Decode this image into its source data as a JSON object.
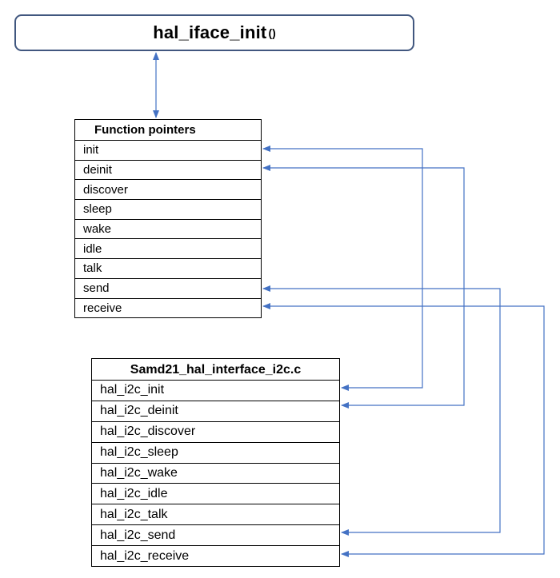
{
  "title": {
    "main": "hal_iface_init",
    "parens": "()"
  },
  "function_pointers": {
    "header": "Function pointers",
    "rows": [
      "init",
      "deinit",
      "discover",
      "sleep",
      "wake",
      "idle",
      "talk",
      "send",
      "receive"
    ]
  },
  "i2c_file": {
    "header": "Samd21_hal_interface_i2c.c",
    "rows": [
      "hal_i2c_init",
      "hal_i2c_deinit",
      "hal_i2c_discover",
      "hal_i2c_sleep",
      "hal_i2c_wake",
      "hal_i2c_idle",
      "hal_i2c_talk",
      "hal_i2c_send",
      "hal_i2c_receive"
    ]
  },
  "colors": {
    "connector": "#4472c4",
    "title_border": "#41577f"
  }
}
